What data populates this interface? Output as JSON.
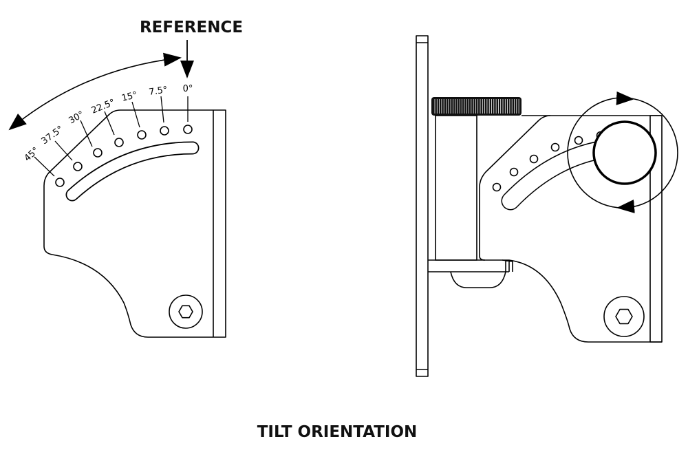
{
  "reference_label": "REFERENCE",
  "zero_label": "0°",
  "angle_labels": [
    "7.5°",
    "15°",
    "22.5°",
    "30°",
    "37.5°",
    "45°"
  ],
  "caption": "TILT ORIENTATION",
  "ink_color": "#000000"
}
